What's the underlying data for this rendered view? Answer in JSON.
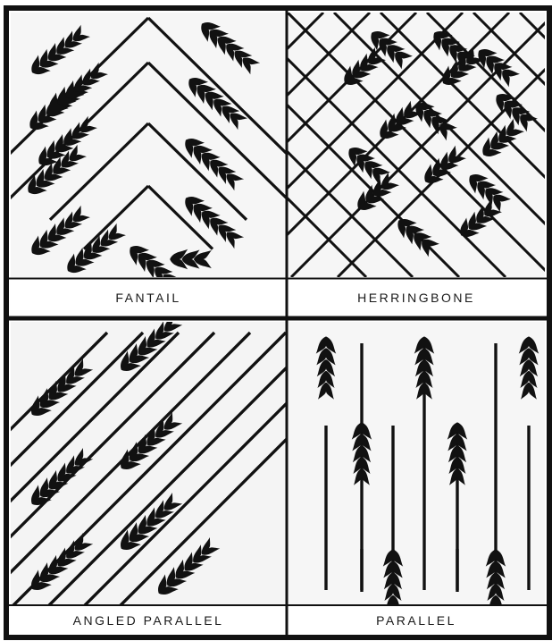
{
  "panels": [
    {
      "id": "fantail",
      "label": "FANTAIL"
    },
    {
      "id": "herringbone",
      "label": "HERRINGBONE"
    },
    {
      "id": "angled-parallel",
      "label": "ANGLED PARALLEL"
    },
    {
      "id": "parallel",
      "label": "PARALLEL"
    }
  ],
  "colors": {
    "ink": "#111111",
    "paper": "#f6f6f6",
    "caption_bg": "#ffffff"
  }
}
